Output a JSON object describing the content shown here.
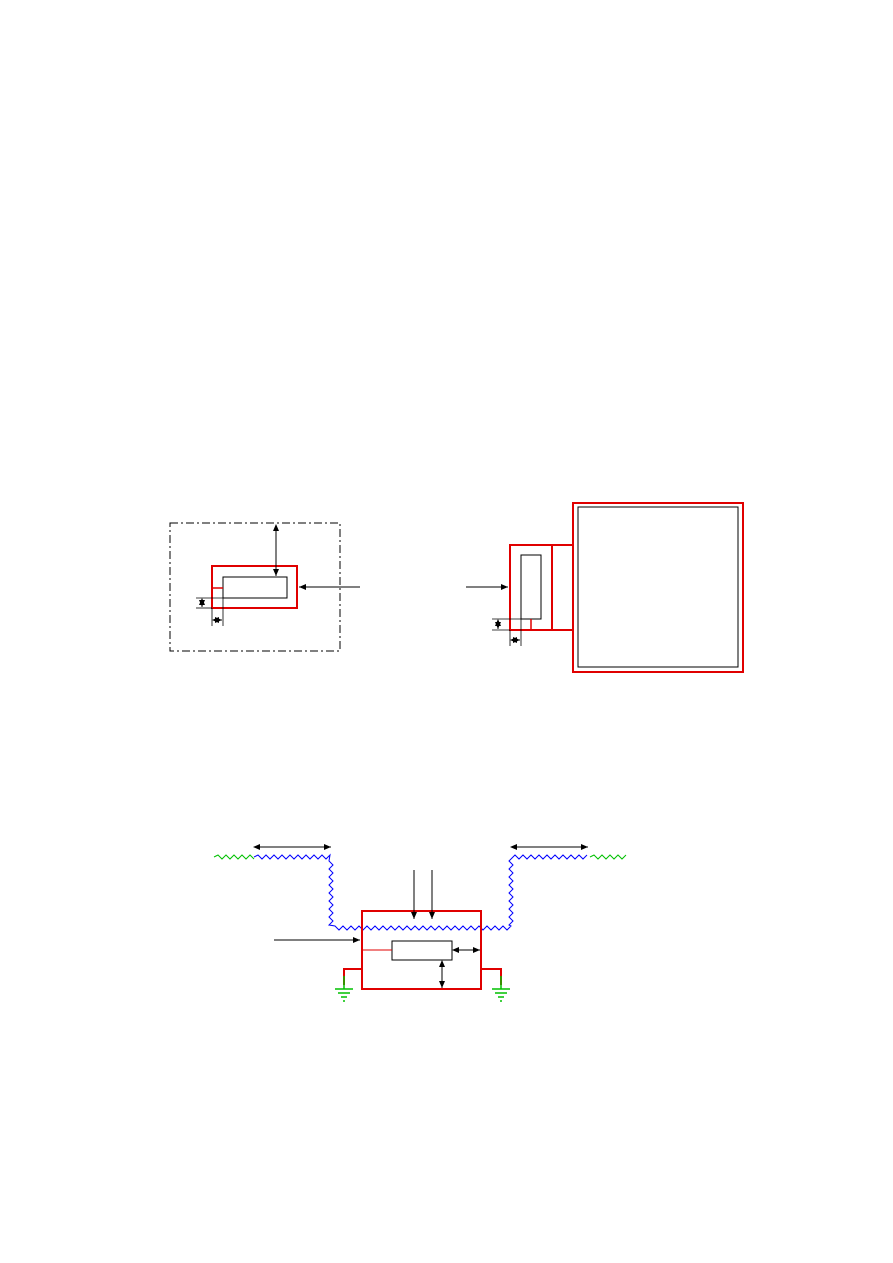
{
  "colors": {
    "enclosure": "#e00000",
    "line": "#000000",
    "cable_shield": "#0000ff",
    "cable_ground": "#00c000",
    "background": "#ffffff"
  },
  "icons": [
    "ground-symbol-icon",
    "arrow-icon",
    "dimension-arrow-icon"
  ],
  "figures": [
    {
      "id": "figure-1-left",
      "elements": [
        "dash-dot-boundary",
        "red-enclosure",
        "component-box",
        "dimension-arrows",
        "pointer-arrow"
      ]
    },
    {
      "id": "figure-1-right",
      "elements": [
        "large-double-box",
        "red-enclosure",
        "vertical-component",
        "dimension-arrows",
        "pointer-arrow"
      ]
    },
    {
      "id": "figure-2",
      "elements": [
        "green-cable-ends",
        "blue-shielded-trench-cable",
        "red-enclosure",
        "component-box",
        "ground-symbols",
        "arrows"
      ]
    }
  ]
}
